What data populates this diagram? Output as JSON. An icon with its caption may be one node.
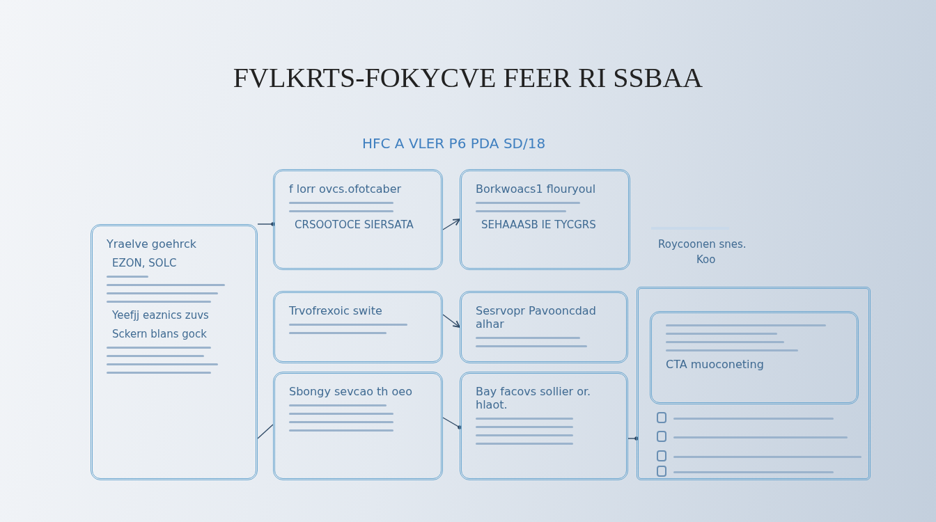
{
  "diagram": {
    "title": "FVLKRTS-FOKYCVE FEER RI SSBAA",
    "nodes": [
      {
        "text": [
          "Yraelve goehrck",
          "EZON, SOLC",
          "Yeefjj eaznics zuvs",
          "Sckern blans gock"
        ]
      },
      {
        "text": [
          "f lorr ovcs.ofotcaber",
          "CRSOOTOCE SIERSATA"
        ]
      },
      {
        "text": [
          "Borkwoacs1 flouryoul",
          "SEHAAASB IE TYCGRS"
        ]
      },
      {
        "text": [
          "Trvofrexoic swite"
        ]
      },
      {
        "text": [
          "Sesrvopr Pavooncdad alhar"
        ]
      },
      {
        "text": [
          "Sbongy sevcao th oeo"
        ]
      },
      {
        "text": [
          "Bay facovs sollier or. hlaot."
        ]
      },
      {
        "text": [],
        "shape": "box"
      },
      {
        "text": [
          "CTA muoconeting"
        ],
        "in": 7
      }
    ],
    "edges": [
      {
        "from": 0,
        "to": 1,
        "arrow": "other"
      },
      {
        "from": 0,
        "to": 5,
        "arrow": "none"
      },
      {
        "from": 1,
        "to": 2,
        "arrow": "to"
      },
      {
        "from": 3,
        "to": 4,
        "arrow": "to"
      },
      {
        "from": 5,
        "to": 6,
        "arrow": "other"
      },
      {
        "from": 6,
        "to": 7,
        "arrow": "other"
      }
    ],
    "labels": [
      "HFC A VLER P6 PDA SD/18",
      "Roycoonen snes.",
      "Koo"
    ]
  }
}
